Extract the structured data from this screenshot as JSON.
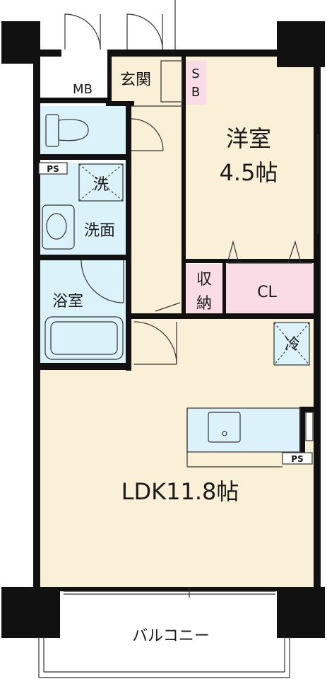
{
  "rooms": {
    "western_room_name": "洋室",
    "western_room_size": "4.5帖",
    "entrance": "玄関",
    "mb": "MB",
    "sb": [
      "S",
      "B"
    ],
    "storage": [
      "収",
      "納"
    ],
    "closet": "CL",
    "washer": "洗",
    "washroom": "洗面",
    "bathroom": "浴室",
    "ps_top": "PS",
    "ps_kitchen": "PS",
    "fridge": "冷",
    "ldk": "LDK11.8帖",
    "balcony": "バルコニー"
  },
  "colors": {
    "floor": "#faf0d8",
    "wet_area": "#dcf2fa",
    "storage": "#f9dce6",
    "wall": "#111111"
  }
}
